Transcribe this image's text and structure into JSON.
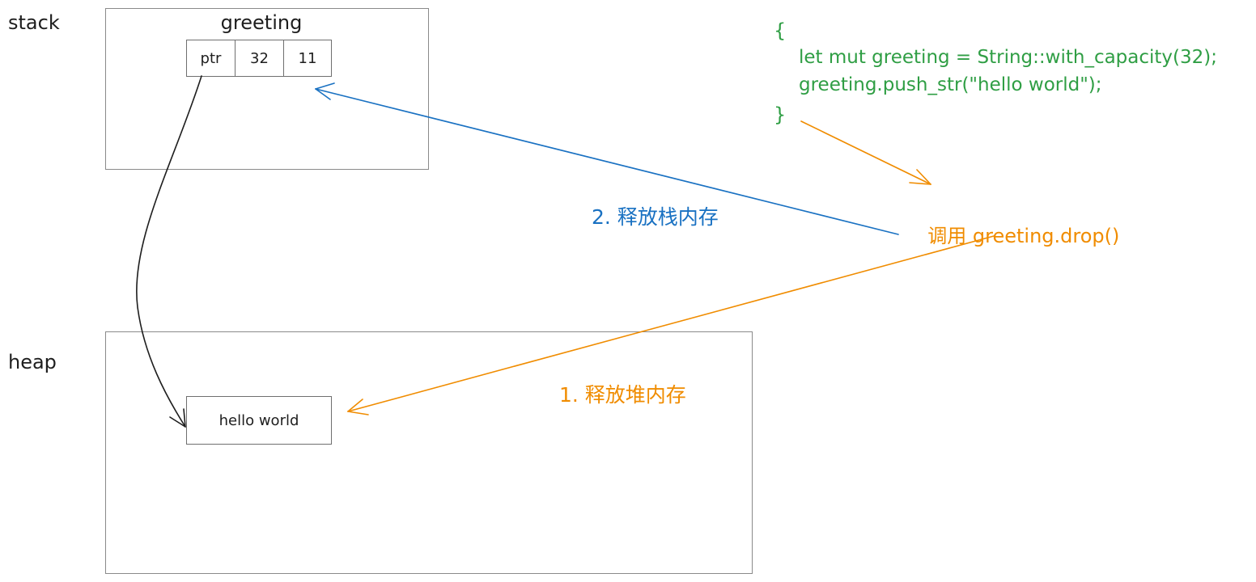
{
  "colors": {
    "code": "#2f9e44",
    "orange": "#f08c00",
    "blue": "#1971c2",
    "stroke": "#1e1e1e",
    "box_border": "#8a8a8a"
  },
  "stack": {
    "label": "stack",
    "box_title": "greeting",
    "cells": [
      "ptr",
      "32",
      "11"
    ]
  },
  "heap": {
    "label": "heap",
    "cell": "hello world"
  },
  "code": {
    "line1": "{",
    "line2": "let mut greeting = String::with_capacity(32);",
    "line3": "greeting.push_str(\"hello world\");",
    "line4": "}"
  },
  "annotations": {
    "call_prefix": "调用 ",
    "call_method": "greeting.drop()",
    "free_stack": "2. 释放栈内存",
    "free_heap": "1. 释放堆内存"
  }
}
